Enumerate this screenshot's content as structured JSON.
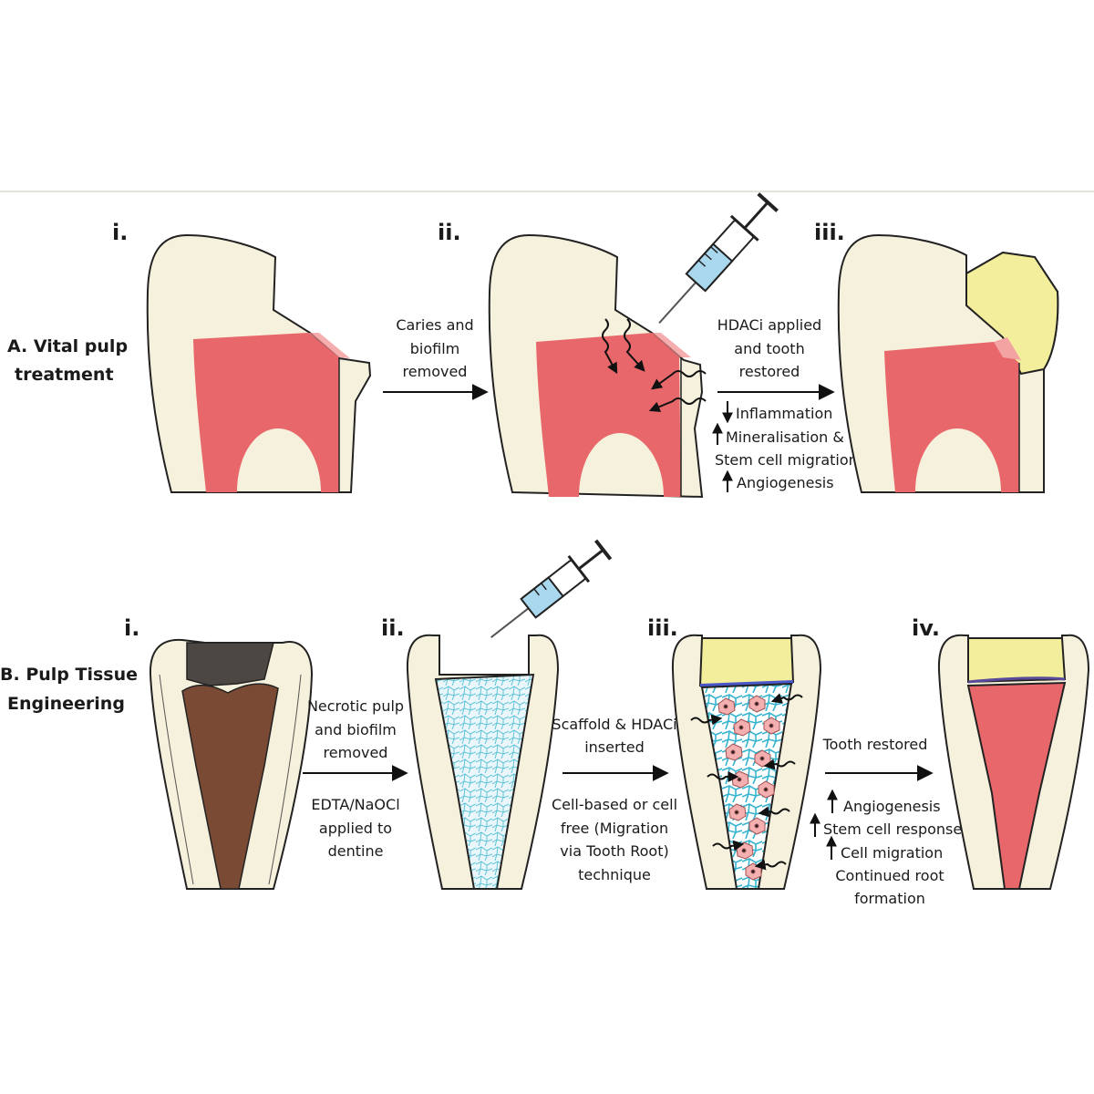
{
  "sectionA": {
    "title_line1": "A. Vital pulp",
    "title_line2": "treatment",
    "numeral_i": "i.",
    "numeral_ii": "ii.",
    "numeral_iii": "iii.",
    "step1_caption": [
      "Caries and",
      "biofilm",
      "removed"
    ],
    "step2_caption": [
      "HDACi applied",
      "and tooth",
      "restored"
    ],
    "effects": [
      {
        "arrow": "down",
        "text": "Inflammation"
      },
      {
        "arrow": "up",
        "text": "Mineralisation &"
      },
      {
        "arrow": "none",
        "text": "Stem cell migration"
      },
      {
        "arrow": "up",
        "text": "Angiogenesis"
      }
    ]
  },
  "sectionB": {
    "title_line1": "B. Pulp Tissue",
    "title_line2": "Engineering",
    "numeral_i": "i.",
    "numeral_ii": "ii.",
    "numeral_iii": "iii.",
    "numeral_iv": "iv.",
    "step1_caption_top": [
      "Necrotic pulp",
      "and biofilm",
      "removed"
    ],
    "step1_caption_bottom": [
      "EDTA/NaOCl",
      "applied to",
      "dentine"
    ],
    "step2_caption_top": [
      "Scaffold & HDACi",
      "inserted"
    ],
    "step2_caption_bottom": [
      "Cell-based or cell",
      "free (Migration",
      "via Tooth Root)",
      "technique"
    ],
    "step3_caption_top": [
      "Tooth restored"
    ],
    "effects": [
      {
        "arrow": "up",
        "text": "Angiogenesis"
      },
      {
        "arrow": "up",
        "text": "Stem cell response"
      },
      {
        "arrow": "up",
        "text": "Cell migration"
      },
      {
        "arrow": "none",
        "text": "Continued root"
      },
      {
        "arrow": "none",
        "text": "formation"
      }
    ]
  },
  "colors": {
    "enamel": "#f6f1dc",
    "pulp": "#e8676b",
    "necrotic": "#7a4a35",
    "caries": "#4d4743",
    "restoration": "#f3ee9c",
    "scaffold": "#bfe6ef",
    "syringe_fluid": "#a9d8ee"
  }
}
